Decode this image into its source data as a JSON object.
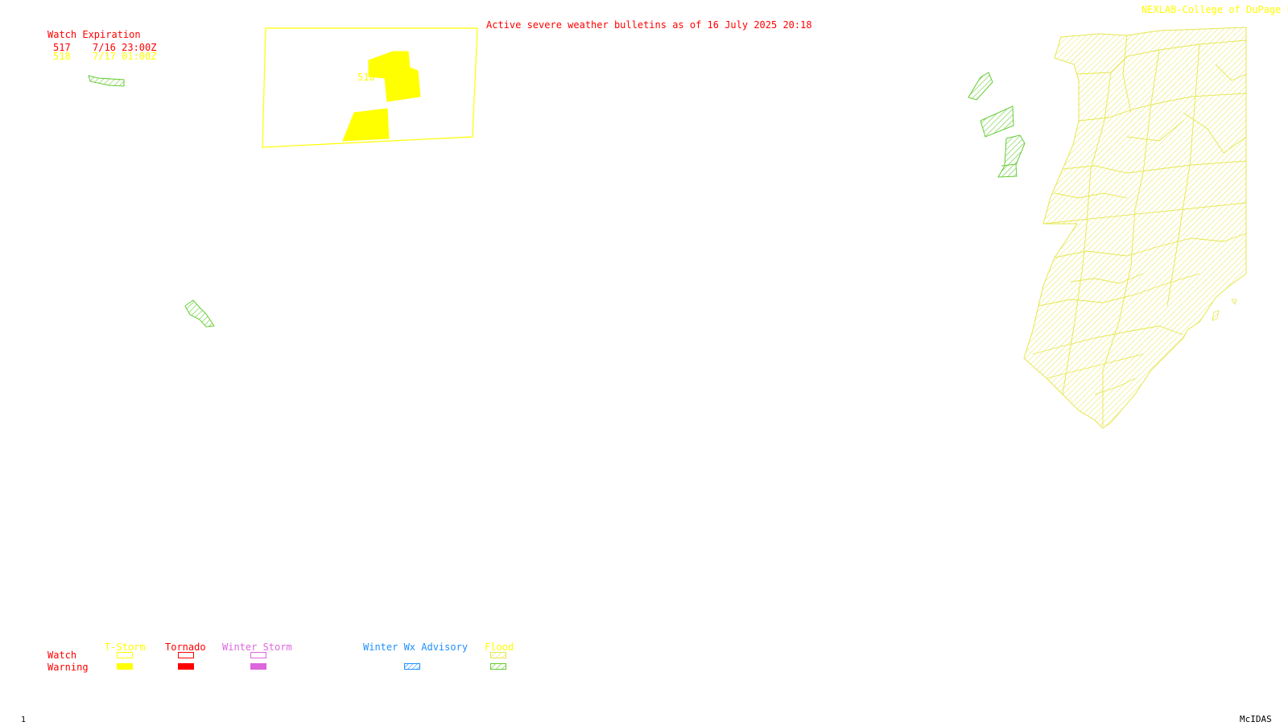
{
  "header": {
    "bulletin": "Active severe weather bulletins as of 16 July 2025 20:18",
    "credit": "NEXLAB-College of DuPage E"
  },
  "watch_table": {
    "title": "Watch Expiration",
    "rows": [
      {
        "id": "517",
        "expires": "7/16 23:00Z",
        "color": "#ff0000"
      },
      {
        "id": "518",
        "expires": "7/17 01:00Z",
        "color": "#ffff00"
      }
    ]
  },
  "map": {
    "watch_box_label": "518",
    "colors": {
      "tstorm": "#ffff00",
      "tornado": "#ff0000",
      "winter_storm": "#dd66dd",
      "winter_wx_advisory": "#1e90ff",
      "flood": "#66cc33",
      "flood_watch": "#e6e650"
    }
  },
  "legend": {
    "row_watch": "Watch",
    "row_warning": "Warning",
    "columns": [
      {
        "label": "T-Storm",
        "color": "#ffff00"
      },
      {
        "label": "Tornado",
        "color": "#ff0000"
      },
      {
        "label": "Winter Storm",
        "color": "#dd66dd"
      },
      {
        "label": "Winter Wx Advisory",
        "color": "#1e90ff"
      },
      {
        "label": "Flood",
        "color": "#ffff00"
      }
    ]
  },
  "footer": {
    "frame": "1",
    "software": "McIDAS"
  }
}
